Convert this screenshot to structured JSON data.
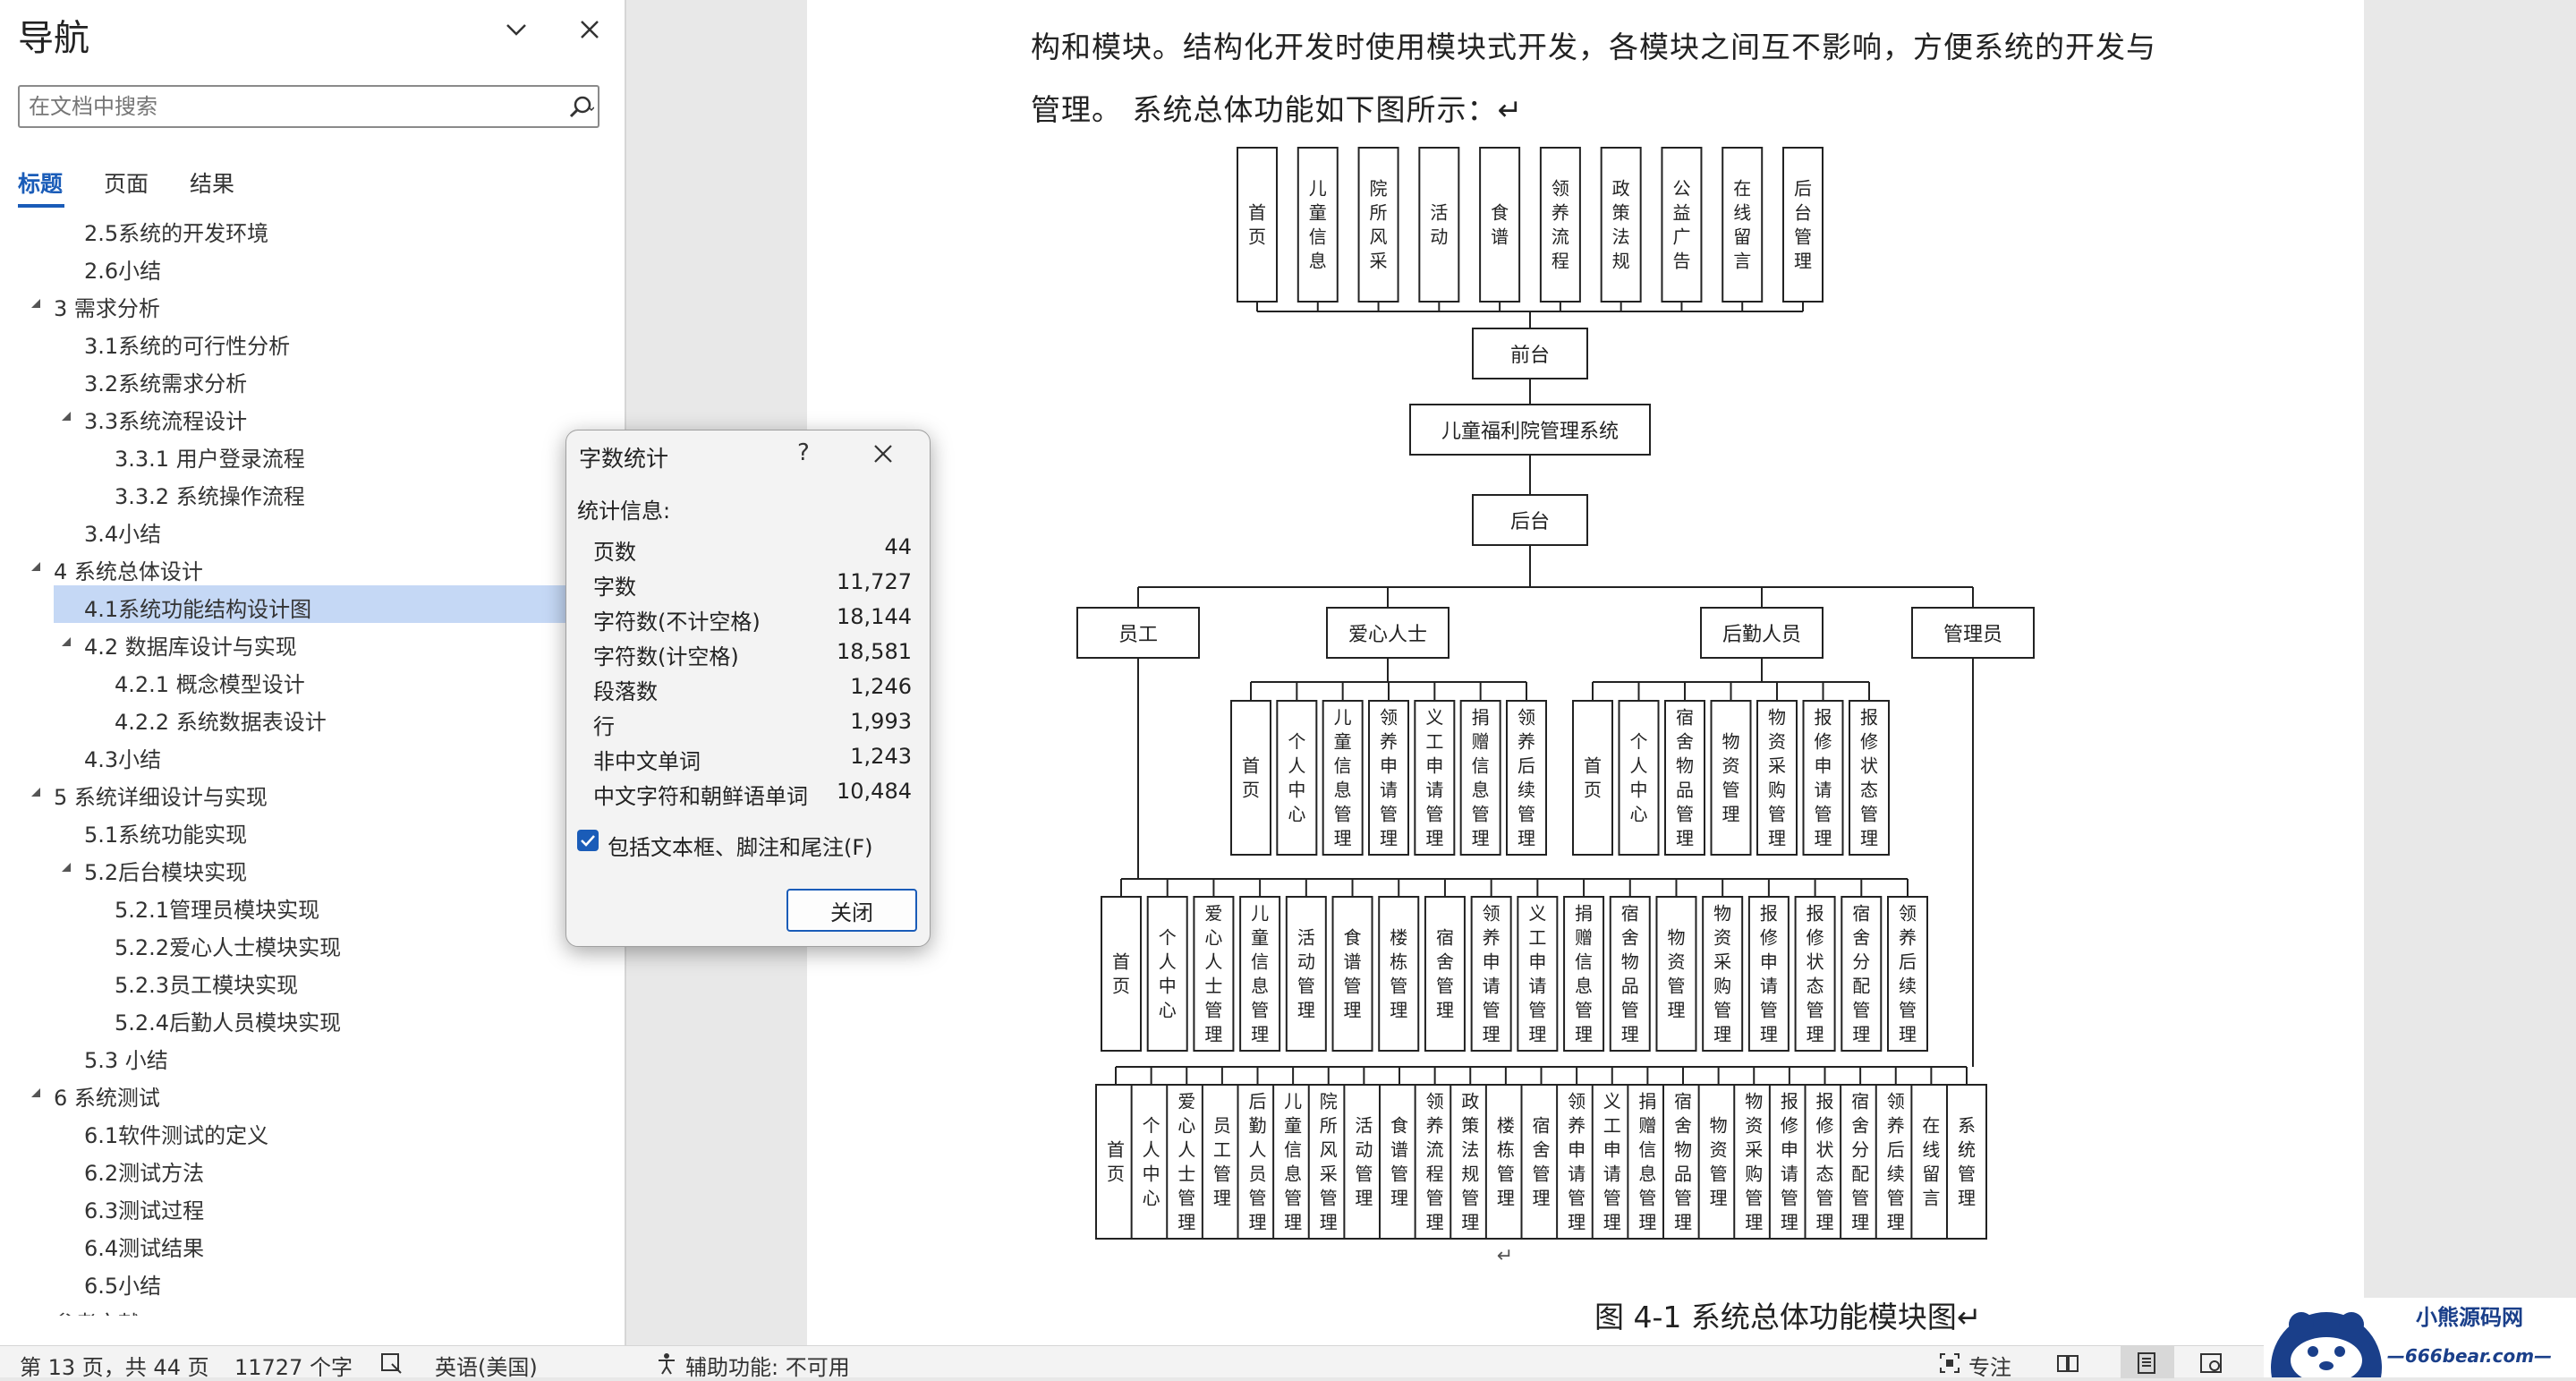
{
  "nav": {
    "title": "导航",
    "search_placeholder": "在文档中搜索",
    "tabs": [
      "标题",
      "页面",
      "结果"
    ],
    "items": [
      {
        "label": "2.5系统的开发环境",
        "level": 2,
        "arrow": false
      },
      {
        "label": "2.6小结",
        "level": 2,
        "arrow": false
      },
      {
        "label": "3 需求分析",
        "level": 1,
        "arrow": true
      },
      {
        "label": "3.1系统的可行性分析",
        "level": 2,
        "arrow": false
      },
      {
        "label": "3.2系统需求分析",
        "level": 2,
        "arrow": false
      },
      {
        "label": "3.3系统流程设计",
        "level": 2,
        "arrow": true
      },
      {
        "label": "3.3.1 用户登录流程",
        "level": 3,
        "arrow": false
      },
      {
        "label": "3.3.2 系统操作流程",
        "level": 3,
        "arrow": false
      },
      {
        "label": "3.4小结",
        "level": 2,
        "arrow": false
      },
      {
        "label": "4 系统总体设计",
        "level": 1,
        "arrow": true
      },
      {
        "label": "4.1系统功能结构设计图",
        "level": 2,
        "arrow": false,
        "selected": true
      },
      {
        "label": "4.2 数据库设计与实现",
        "level": 2,
        "arrow": true
      },
      {
        "label": "4.2.1 概念模型设计",
        "level": 3,
        "arrow": false
      },
      {
        "label": "4.2.2 系统数据表设计",
        "level": 3,
        "arrow": false
      },
      {
        "label": "4.3小结",
        "level": 2,
        "arrow": false
      },
      {
        "label": "5 系统详细设计与实现",
        "level": 1,
        "arrow": true
      },
      {
        "label": "5.1系统功能实现",
        "level": 2,
        "arrow": false
      },
      {
        "label": "5.2后台模块实现",
        "level": 2,
        "arrow": true
      },
      {
        "label": "5.2.1管理员模块实现",
        "level": 3,
        "arrow": false
      },
      {
        "label": "5.2.2爱心人士模块实现",
        "level": 3,
        "arrow": false
      },
      {
        "label": "5.2.3员工模块实现",
        "level": 3,
        "arrow": false
      },
      {
        "label": "5.2.4后勤人员模块实现",
        "level": 3,
        "arrow": false
      },
      {
        "label": "5.3 小结",
        "level": 2,
        "arrow": false
      },
      {
        "label": "6 系统测试",
        "level": 1,
        "arrow": true
      },
      {
        "label": "6.1软件测试的定义",
        "level": 2,
        "arrow": false
      },
      {
        "label": "6.2测试方法",
        "level": 2,
        "arrow": false
      },
      {
        "label": "6.3测试过程",
        "level": 2,
        "arrow": false
      },
      {
        "label": "6.4测试结果",
        "level": 2,
        "arrow": false
      },
      {
        "label": "6.5小结",
        "level": 2,
        "arrow": false
      },
      {
        "label": "参考文献",
        "level": 1,
        "arrow": false
      }
    ]
  },
  "doc": {
    "line1": "构和模块。结构化开发时使用模块式开发，各模块之间互不影响，方便系统的开发与",
    "line2": "管理。 系统总体功能如下图所示：↵",
    "caption": "图  4-1 系统总体功能模块图↵",
    "para_mark": "↵",
    "diagram": {
      "front_items": [
        "首页",
        "儿童信息",
        "院所风采",
        "活动",
        "食谱",
        "领养流程",
        "政策法规",
        "公益广告",
        "在线留言",
        "后台管理"
      ],
      "front": "前台",
      "root": "儿童福利院管理系统",
      "back": "后台",
      "roles": [
        "员工",
        "爱心人士",
        "后勤人员",
        "管理员"
      ],
      "aixin_items": [
        "首页",
        "个人中心",
        "儿童信息管理",
        "领养申请管理",
        "义工申请管理",
        "捐赠信息管理",
        "领养后续管理"
      ],
      "houqin_items": [
        "首页",
        "个人中心",
        "宿舍物品管理",
        "物资管理",
        "物资采购管理",
        "报修申请管理",
        "报修状态管理"
      ],
      "yuangong_items": [
        "首页",
        "个人中心",
        "爱心人士管理",
        "儿童信息管理",
        "活动管理",
        "食谱管理",
        "楼栋管理",
        "宿舍管理",
        "领养申请管理",
        "义工申请管理",
        "捐赠信息管理",
        "宿舍物品管理",
        "物资管理",
        "物资采购管理",
        "报修申请管理",
        "报修状态管理",
        "宿舍分配管理",
        "领养后续管理"
      ],
      "admin_items": [
        "首页",
        "个人中心",
        "爱心人士管理",
        "员工管理",
        "后勤人员管理",
        "儿童信息管理",
        "院所风采管理",
        "活动管理",
        "食谱管理",
        "领养流程管理",
        "政策法规管理",
        "楼栋管理",
        "宿舍管理",
        "领养申请管理",
        "义工申请管理",
        "捐赠信息管理",
        "宿舍物品管理",
        "物资管理",
        "物资采购管理",
        "报修申请管理",
        "报修状态管理",
        "宿舍分配管理",
        "领养后续管理",
        "在线留言",
        "系统管理"
      ]
    }
  },
  "dialog": {
    "title": "字数统计",
    "help": "?",
    "subtitle": "统计信息:",
    "stats": [
      {
        "k": "页数",
        "v": "44"
      },
      {
        "k": "字数",
        "v": "11,727"
      },
      {
        "k": "字符数(不计空格)",
        "v": "18,144"
      },
      {
        "k": "字符数(计空格)",
        "v": "18,581"
      },
      {
        "k": "段落数",
        "v": "1,246"
      },
      {
        "k": "行",
        "v": "1,993"
      },
      {
        "k": "非中文单词",
        "v": "1,243"
      },
      {
        "k": "中文字符和朝鲜语单词",
        "v": "10,484"
      }
    ],
    "checkbox_label": "包括文本框、脚注和尾注(F)",
    "checkbox_checked": true,
    "close_button": "关闭"
  },
  "status": {
    "page_info": "第 13 页，共 44 页",
    "word_count": "11727 个字",
    "language": "英语(美国)",
    "accessibility": "辅助功能: 不可用",
    "focus": "专注"
  },
  "watermark": {
    "name": "小熊源码网",
    "url": "—666bear.com—"
  },
  "colors": {
    "accent": "#1a5cb8",
    "selected": "#c5d8f5"
  }
}
